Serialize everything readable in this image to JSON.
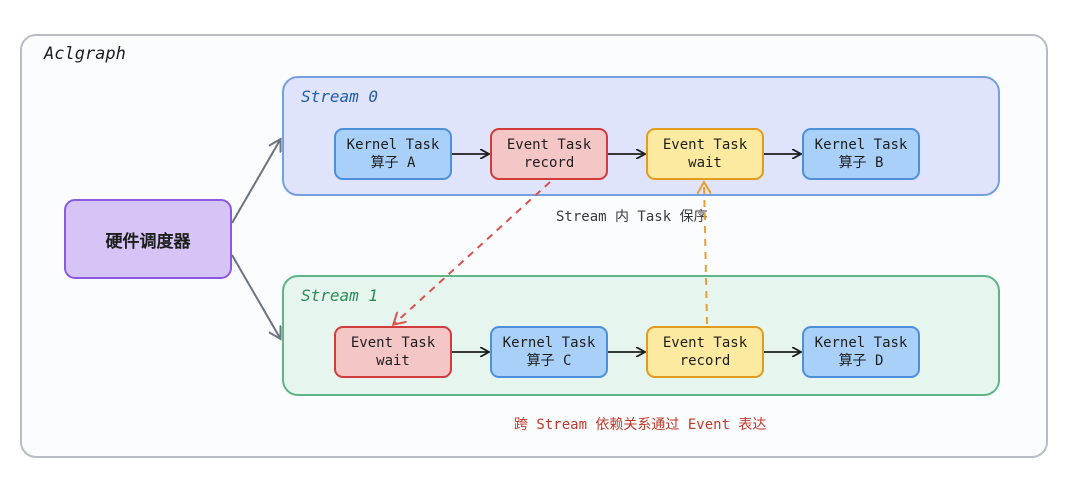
{
  "frame": {
    "title": "Aclgraph"
  },
  "scheduler": {
    "label": "硬件调度器"
  },
  "stream0": {
    "title": "Stream 0",
    "tasks": [
      {
        "line1": "Kernel Task",
        "line2": "算子 A"
      },
      {
        "line1": "Event Task",
        "line2": "record"
      },
      {
        "line1": "Event Task",
        "line2": "wait"
      },
      {
        "line1": "Kernel Task",
        "line2": "算子 B"
      }
    ]
  },
  "stream1": {
    "title": "Stream 1",
    "tasks": [
      {
        "line1": "Event Task",
        "line2": "wait"
      },
      {
        "line1": "Kernel Task",
        "line2": "算子 C"
      },
      {
        "line1": "Event Task",
        "line2": "record"
      },
      {
        "line1": "Kernel Task",
        "line2": "算子 D"
      }
    ]
  },
  "notes": {
    "intra_stream": "Stream 内 Task 保序",
    "cross_stream": "跨 Stream 依赖关系通过 Event 表达"
  },
  "colors": {
    "kernel": "#a9d0f8",
    "event_record": "#f4c6c6",
    "event_wait": "#fbeaa0",
    "cross_arrow_red": "#d9534f",
    "cross_arrow_orange": "#e8a030"
  }
}
